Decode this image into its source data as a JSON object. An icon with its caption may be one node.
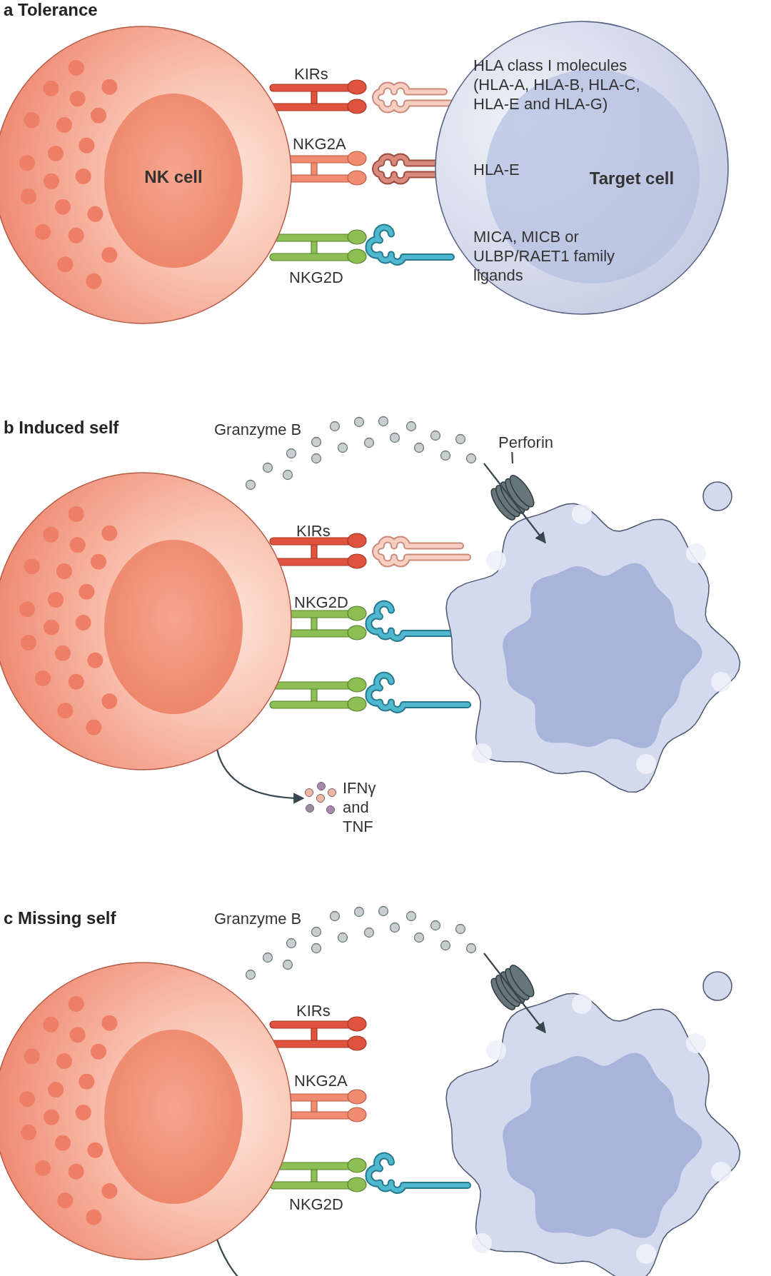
{
  "diagram": {
    "nodes": [
      {
        "text": [
          "NK cell"
        ]
      },
      {
        "text": [
          "Target cell"
        ]
      },
      {
        "text": [],
        "shape": "circle"
      },
      {
        "text": [],
        "shape": "picture"
      },
      {
        "text": [
          "Perforin"
        ]
      },
      {
        "text": [],
        "shape": "picture"
      },
      {
        "text": [
          "IFNγ and TNF"
        ]
      },
      {
        "text": [],
        "shape": "circle"
      },
      {
        "text": [],
        "shape": "picture"
      },
      {
        "text": [],
        "shape": "picture"
      }
    ],
    "edges": [
      {
        "from": 4,
        "to": 5,
        "arrow": "none"
      },
      {
        "from": 2,
        "to": 6,
        "arrow": "to"
      },
      {
        "from": 7,
        "to": null,
        "arrow": "none"
      },
      {
        "from": 5,
        "to": 3,
        "arrow": "to"
      },
      {
        "from": 9,
        "to": 8,
        "arrow": "to"
      }
    ],
    "labels": [
      "a Tolerance",
      "KIRs",
      "HLA class I molecules (HLA-A, HLA-B, HLA-C, HLA-E and HLA-G)",
      "NKG2A",
      "HLA-E",
      "MICA, MICB or ULBP/RAET1 family ligands",
      "NKG2D",
      "b Induced self",
      "Granzyme B",
      "KIRs",
      "NKG2D",
      "c Missing self",
      "Granzyme B",
      "KIRs",
      "NKG2A",
      "NKG2D"
    ]
  }
}
